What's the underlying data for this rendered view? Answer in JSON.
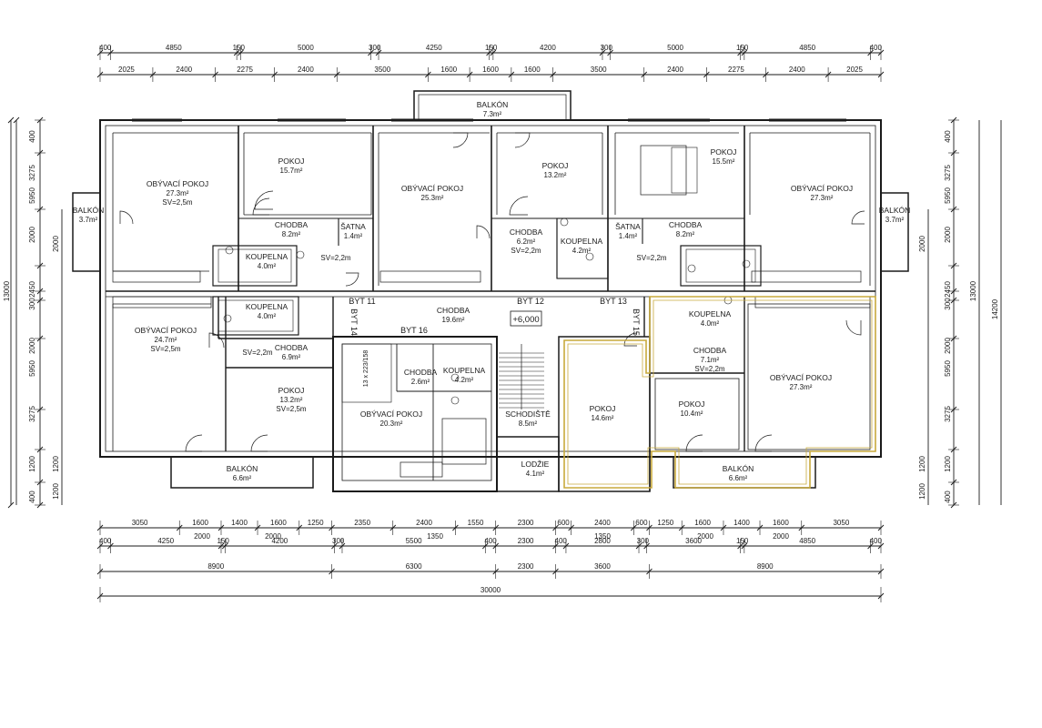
{
  "colors": {
    "ink": "#1a1a1a",
    "highlight": "#c8aa3c",
    "paper": "#ffffff"
  },
  "dimensions": {
    "top_row1": [
      "400",
      "4850",
      "150",
      "5000",
      "300",
      "4250",
      "150",
      "4200",
      "300",
      "5000",
      "150",
      "4850",
      "400"
    ],
    "top_row2": [
      "2025",
      "2400",
      "2275",
      "2400",
      "3500",
      "1600",
      "1600",
      "1600",
      "3500",
      "2400",
      "2275",
      "2400",
      "2025"
    ],
    "bottom_row1": [
      "3050",
      "1600",
      "1400",
      "1600",
      "1250",
      "2350",
      "2400",
      "1550",
      "2300",
      "600",
      "2400",
      "600",
      "1250",
      "1600",
      "1400",
      "1600",
      "3050"
    ],
    "bottom_row1_sub": [
      "2000",
      "2000",
      "1350",
      "1350",
      "2000",
      "2000"
    ],
    "bottom_row2": [
      "400",
      "4250",
      "150",
      "4200",
      "300",
      "5500",
      "400",
      "2300",
      "400",
      "2800",
      "300",
      "3600",
      "150",
      "4850",
      "400"
    ],
    "bottom_row3": [
      "8900",
      "6300",
      "2300",
      "3600",
      "8900"
    ],
    "total": "30000",
    "left_outer": [
      "400",
      "3275",
      "5950",
      "2000",
      "13000",
      "2450",
      "300",
      "2000",
      "5950",
      "3275",
      "1200",
      "400"
    ],
    "left_inner": [
      "2000",
      "1200",
      "1200"
    ],
    "right_outer": [
      "400",
      "3275",
      "5950",
      "2000",
      "13000",
      "2450",
      "300",
      "2000",
      "5950",
      "3275",
      "1200",
      "400",
      "14200"
    ],
    "right_inner": [
      "2000",
      "1200",
      "1200"
    ]
  },
  "rooms": [
    {
      "name": "BALKÓN",
      "area": "7.3m²"
    },
    {
      "name": "POKOJ",
      "area": "15.7m²"
    },
    {
      "name": "OBÝVACÍ POKOJ",
      "area": "27.3m²",
      "note": "SV=2,5m"
    },
    {
      "name": "CHODBA",
      "area": "8.2m²"
    },
    {
      "name": "ŠATNA",
      "area": "1.4m²"
    },
    {
      "name": "OBÝVACÍ POKOJ",
      "area": "25.3m²"
    },
    {
      "name": "POKOJ",
      "area": "13.2m²"
    },
    {
      "name": "CHODBA",
      "area": "6.2m²",
      "note": "SV=2,2m"
    },
    {
      "name": "KOUPELNA",
      "area": "4.2m²"
    },
    {
      "name": "POKOJ",
      "area": "15.5m²"
    },
    {
      "name": "OBÝVACÍ POKOJ",
      "area": "27.3m²"
    },
    {
      "name": "CHODBA",
      "area": "8.2m²"
    },
    {
      "name": "ŠATNA",
      "area": "1.4m²"
    },
    {
      "name": "KOUPELNA",
      "area": "4.0m²"
    },
    {
      "name": "KOUPELNA",
      "area": "4.0m²"
    },
    {
      "name": "BALKÓN",
      "area": "3.7m²"
    },
    {
      "name": "BALKÓN",
      "area": "3.7m²"
    },
    {
      "name": "OBÝVACÍ POKOJ",
      "area": "24.7m²",
      "note": "SV=2,5m"
    },
    {
      "name": "CHODBA",
      "area": "6.9m²"
    },
    {
      "name": "POKOJ",
      "area": "13.2m²",
      "note": "SV=2,5m"
    },
    {
      "name": "BALKÓN",
      "area": "6.6m²"
    },
    {
      "name": "CHODBA",
      "area": "19.6m²"
    },
    {
      "name": "CHODBA",
      "area": "2.6m²"
    },
    {
      "name": "KOUPELNA",
      "area": "4.2m²"
    },
    {
      "name": "OBÝVACÍ POKOJ",
      "area": "20.3m²"
    },
    {
      "name": "SCHODIŠTĚ",
      "area": "8.5m²"
    },
    {
      "name": "LODŽIE",
      "area": "4.1m²"
    },
    {
      "name": "POKOJ",
      "area": "14.6m²"
    },
    {
      "name": "KOUPELNA",
      "area": "4.0m²"
    },
    {
      "name": "CHODBA",
      "area": "7.1m²",
      "note": "SV=2,2m"
    },
    {
      "name": "POKOJ",
      "area": "10.4m²"
    },
    {
      "name": "OBÝVACÍ POKOJ",
      "area": "27.3m²"
    },
    {
      "name": "BALKÓN",
      "area": "6.6m²"
    }
  ],
  "notes": [
    "SV=2,2m",
    "SV=2,2m",
    "SV=2,2m"
  ],
  "units": [
    "BYT 11",
    "BYT 12",
    "BYT 13",
    "BYT 14",
    "BYT 15",
    "BYT 16"
  ],
  "level": "+6,000",
  "stair_label": "13 x 223/158"
}
